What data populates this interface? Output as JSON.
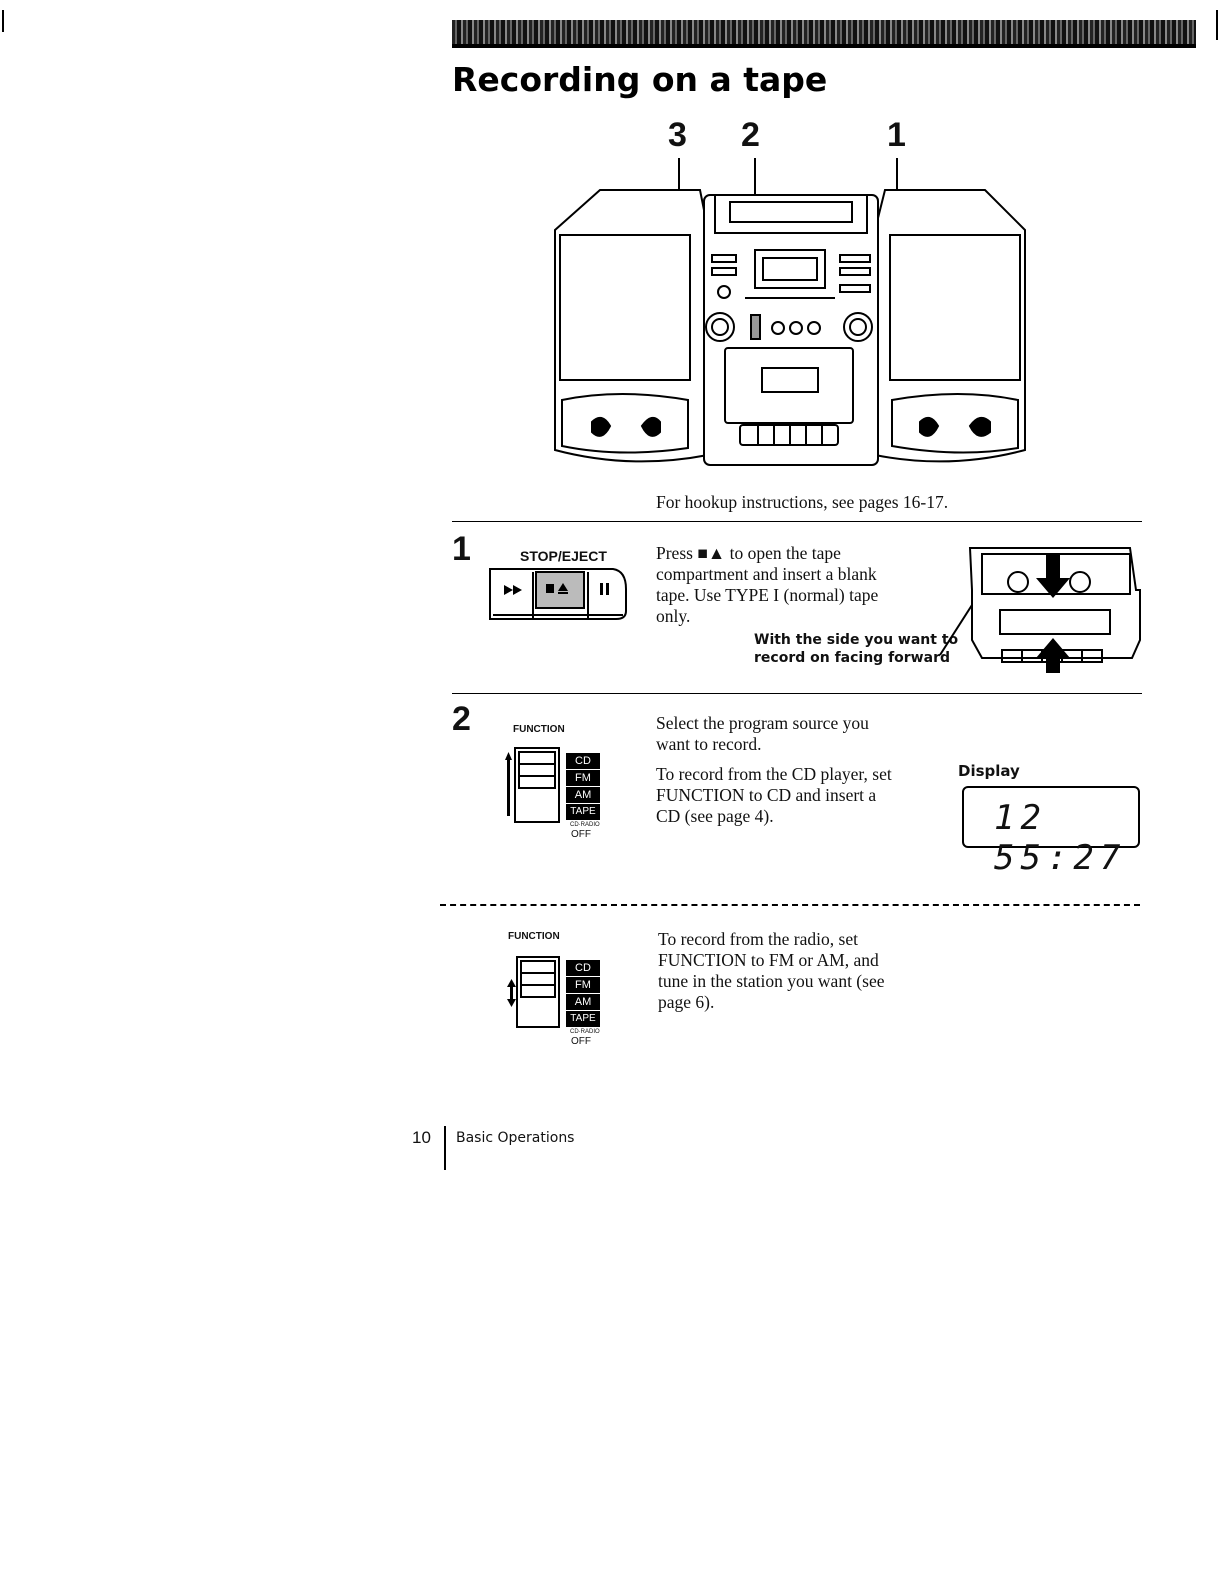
{
  "header": {
    "title": "Recording on a tape"
  },
  "callouts": [
    "3",
    "2",
    "1"
  ],
  "hookup_note": "For hookup instructions, see pages 16-17.",
  "step1": {
    "number": "1",
    "panel_label": "STOP/EJECT",
    "text_lines": [
      "Press ■▲ to open the tape",
      "compartment and insert a blank",
      "tape.  Use TYPE I (normal) tape",
      "only."
    ],
    "caption_lines": [
      "With the side you want to",
      "record on facing forward"
    ]
  },
  "step2": {
    "number": "2",
    "switch_label": "FUNCTION",
    "intro_lines": [
      "Select the program source you",
      "want to record."
    ],
    "cd_lines": [
      "To record from the CD player, set",
      "FUNCTION to CD and insert a",
      "CD (see page 4)."
    ],
    "display_label": "Display",
    "display_value": "12  55:27",
    "function_options": [
      "CD",
      "FM",
      "AM",
      "TAPE"
    ],
    "off_label_top": "CD·RADIO",
    "off_label": "OFF"
  },
  "step2b": {
    "switch_label": "FUNCTION",
    "radio_lines": [
      "To record from the radio,  set",
      "FUNCTION to FM or AM, and",
      "tune in the station you want (see",
      "page 6)."
    ]
  },
  "footer": {
    "page_number": "10",
    "section": "Basic Operations"
  }
}
